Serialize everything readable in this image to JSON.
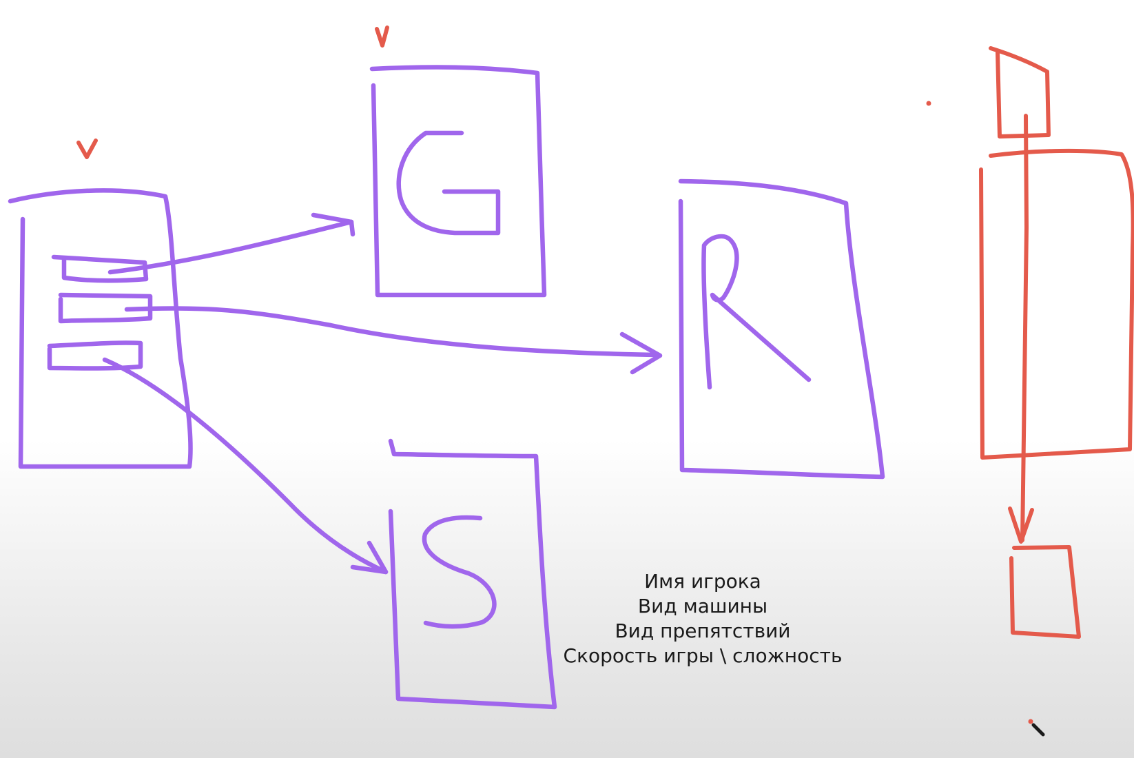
{
  "colors": {
    "ink_primary": "#a066ec",
    "ink_accent": "#e45a4b",
    "text": "#1a1a1a"
  },
  "screens": [
    {
      "id": "menu",
      "label": "",
      "checked": true,
      "menu_items": 3
    },
    {
      "id": "game",
      "label": "G",
      "checked": true
    },
    {
      "id": "results",
      "label": "R",
      "checked": false
    },
    {
      "id": "settings",
      "label": "S",
      "checked": false
    }
  ],
  "settings_notes": [
    "Имя игрока",
    "Вид машины",
    "Вид препятствий",
    "Скорость игры \\ сложность"
  ]
}
